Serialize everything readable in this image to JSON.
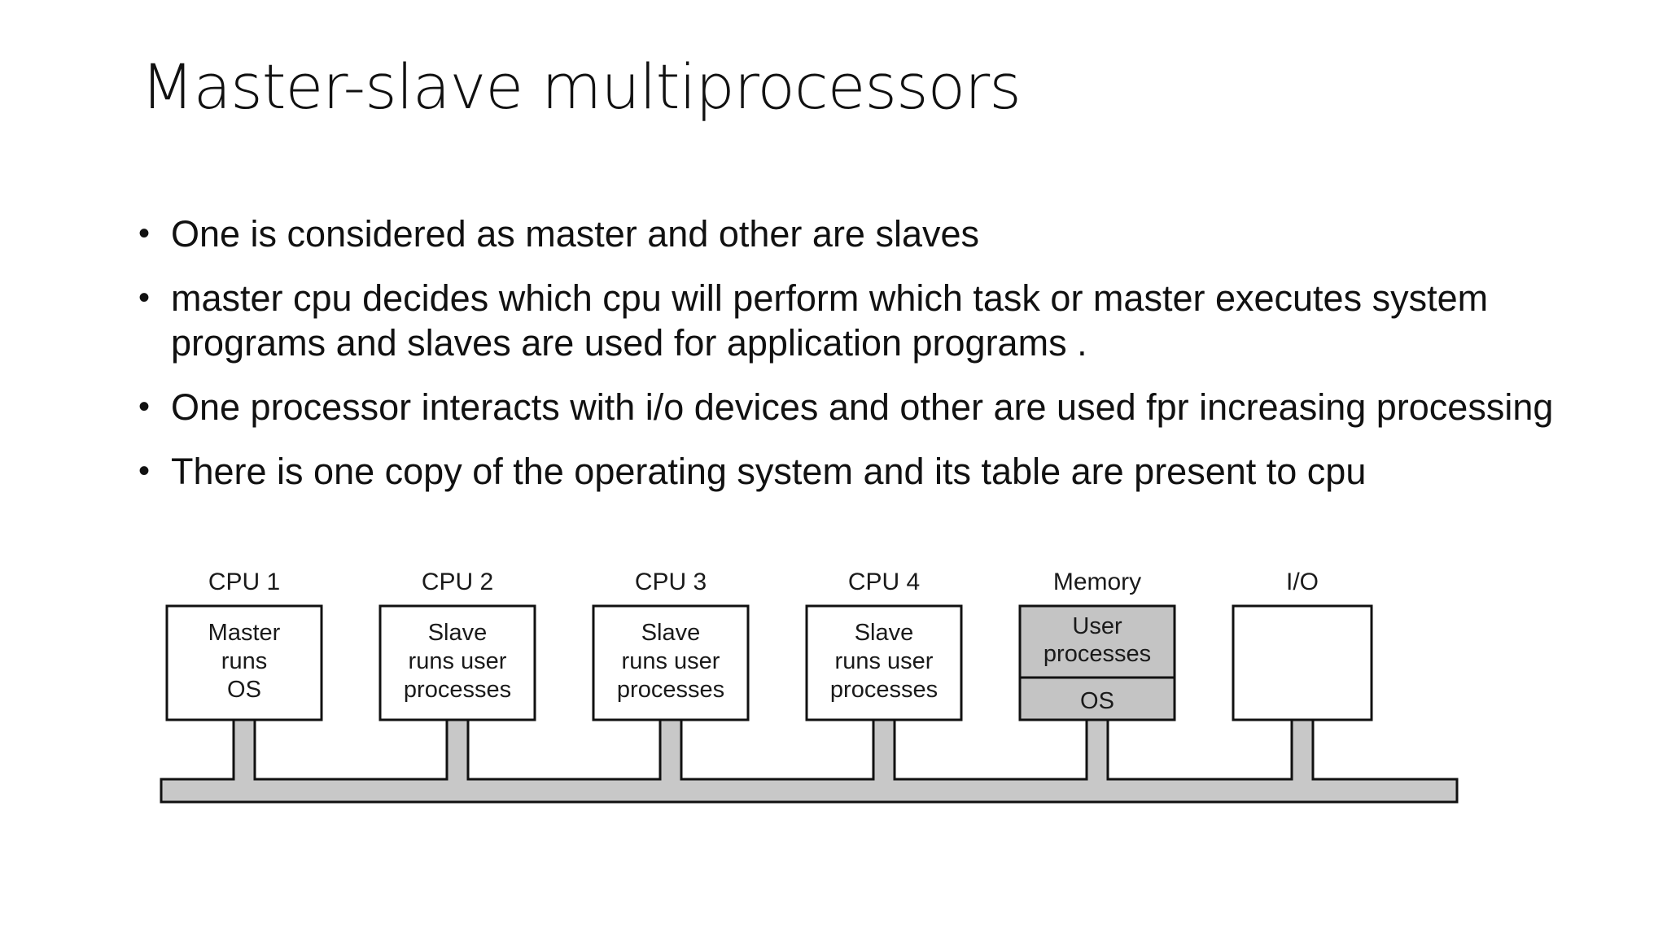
{
  "slide": {
    "title": "Master-slave multiprocessors",
    "bullets": [
      "One is considered as master and other are slaves",
      "master  cpu decides which cpu will perform which task or master executes system programs and slaves are used for application programs .",
      "One processor interacts with i/o devices and other are used fpr increasing processing",
      "There is one copy of the operating system and its table are present to cpu"
    ]
  },
  "diagram": {
    "units": [
      {
        "label": "CPU 1",
        "lines": [
          "Master",
          "runs",
          "OS"
        ],
        "kind": "cpu"
      },
      {
        "label": "CPU 2",
        "lines": [
          "Slave",
          "runs user",
          "processes"
        ],
        "kind": "cpu"
      },
      {
        "label": "CPU 3",
        "lines": [
          "Slave",
          "runs user",
          "processes"
        ],
        "kind": "cpu"
      },
      {
        "label": "CPU 4",
        "lines": [
          "Slave",
          "runs user",
          "processes"
        ],
        "kind": "cpu"
      },
      {
        "label": "Memory",
        "upper": [
          "User",
          "processes"
        ],
        "lower": [
          "OS"
        ],
        "kind": "memory"
      },
      {
        "label": "I/O",
        "lines": [],
        "kind": "io"
      }
    ],
    "colors": {
      "bus": "#c8c8c8",
      "memory_fill": "#c4c4c4",
      "stroke": "#111111"
    }
  }
}
